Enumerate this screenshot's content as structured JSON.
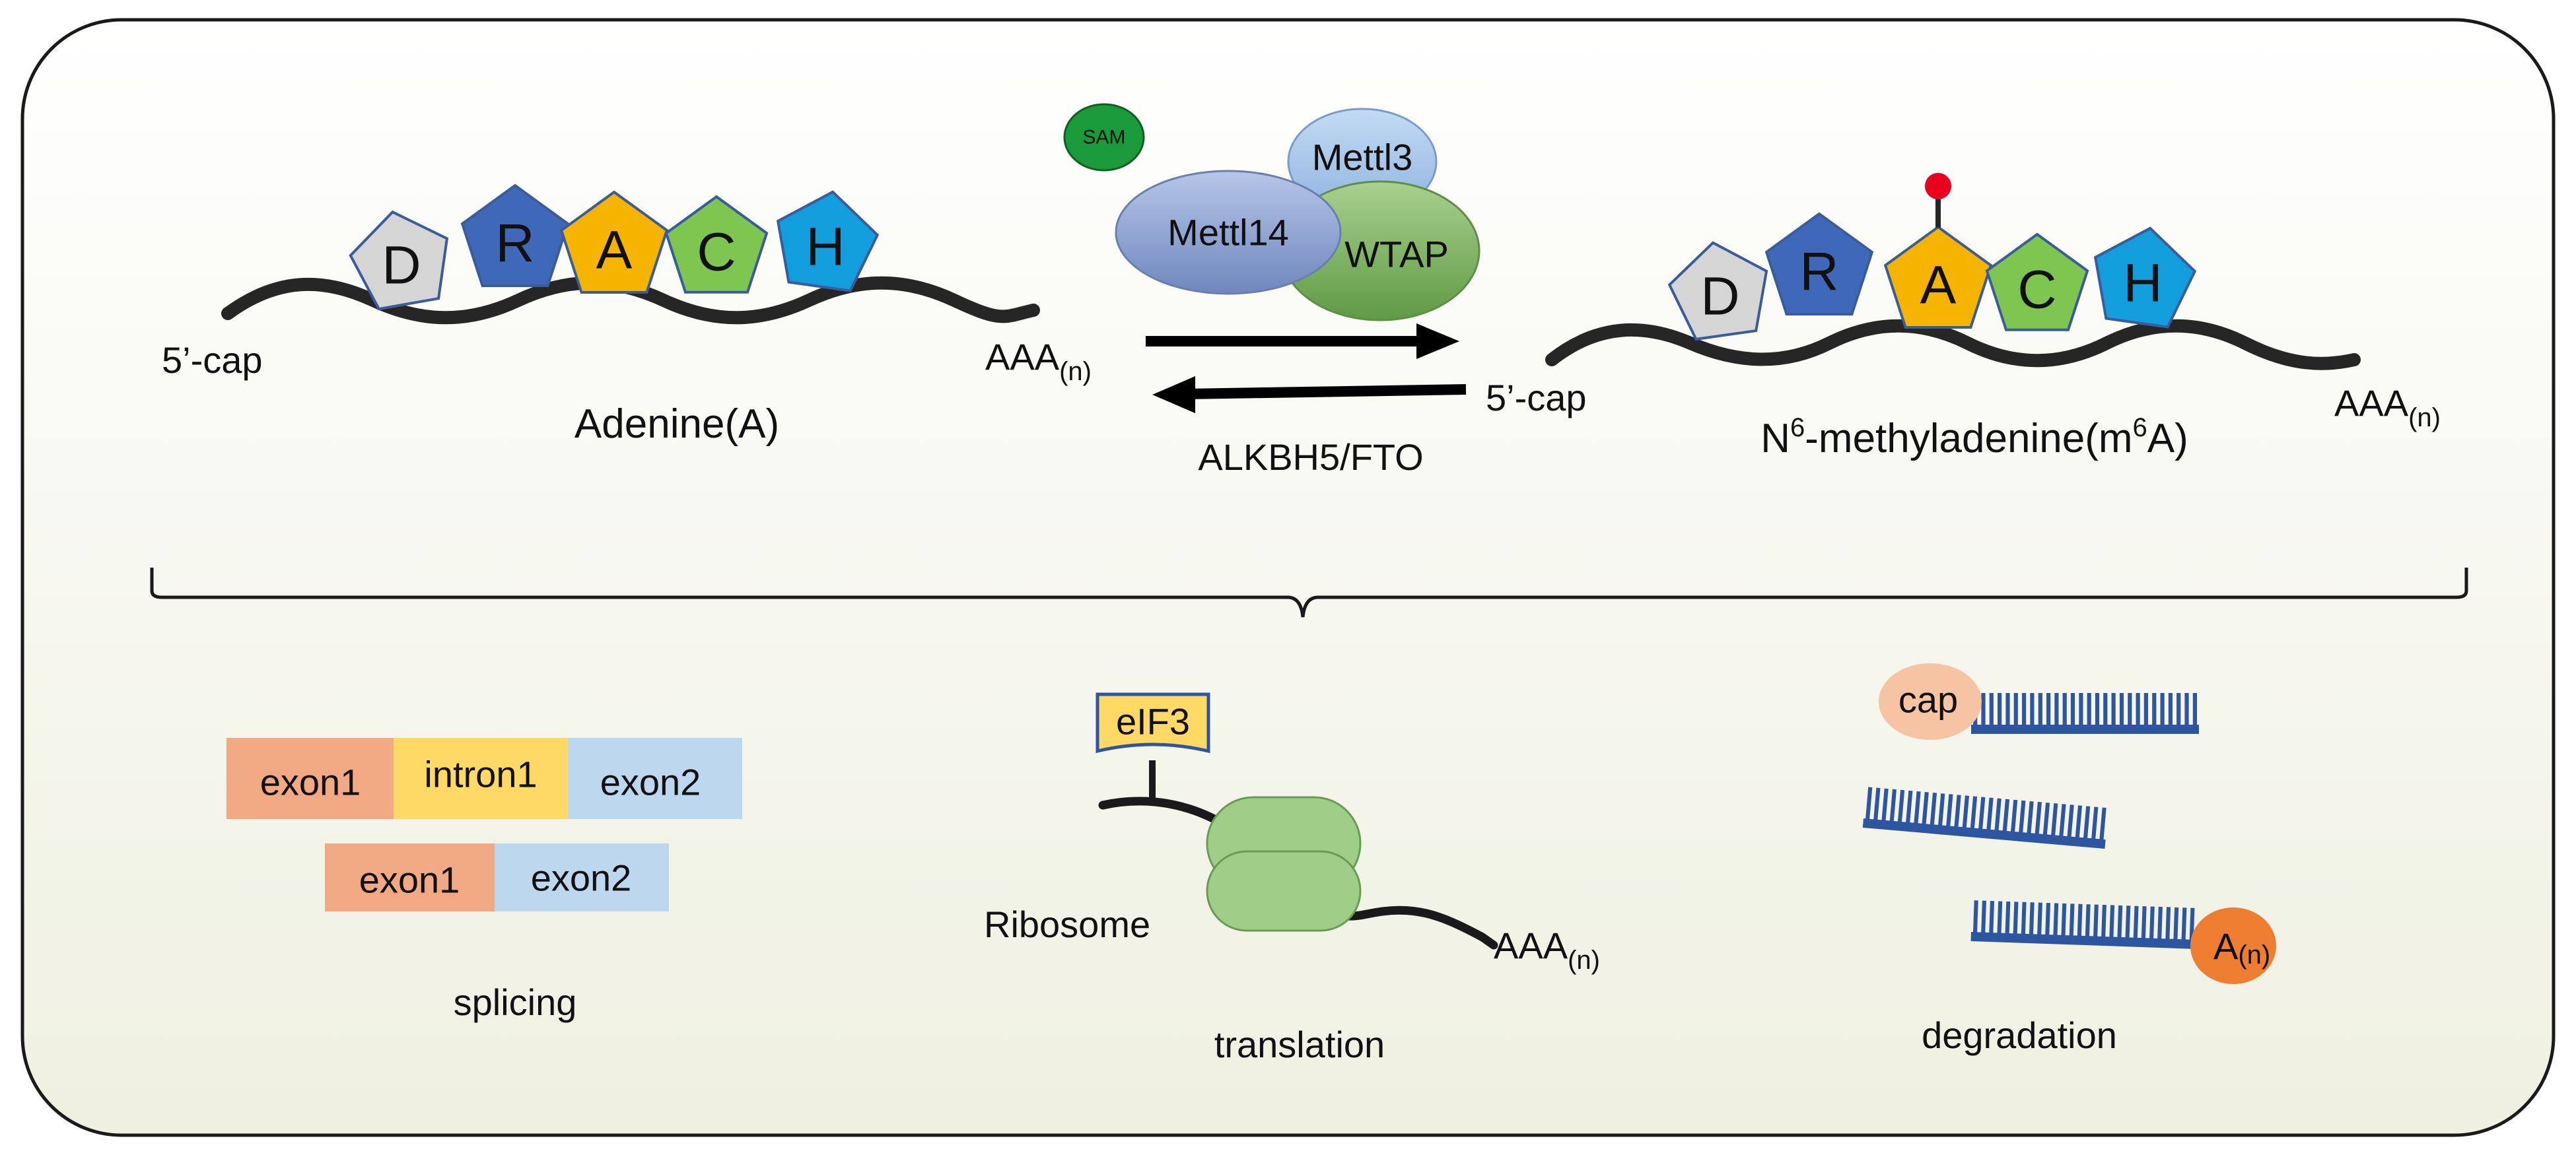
{
  "top": {
    "left_strand": {
      "five_prime": "5’-cap",
      "poly_a": "AAA",
      "poly_a_sub": "(n)",
      "name": "Adenine(A)",
      "motif": [
        "D",
        "R",
        "A",
        "C",
        "H"
      ]
    },
    "right_strand": {
      "five_prime": "5’-cap",
      "poly_a": "AAA",
      "poly_a_sub": "(n)",
      "name_pre": "N",
      "name_sup1": "6",
      "name_mid": "-methyladenine(m",
      "name_sup2": "6",
      "name_post": "A)",
      "motif": [
        "D",
        "R",
        "A",
        "C",
        "H"
      ]
    },
    "writers": {
      "sam": "SAM",
      "mettl3": "Mettl3",
      "mettl14": "Mettl14",
      "wtap": "WTAP"
    },
    "erasers": "ALKBH5/FTO"
  },
  "bottom": {
    "splicing": {
      "row1": [
        "exon1",
        "intron1",
        "exon2"
      ],
      "row2": [
        "exon1",
        "exon2"
      ],
      "caption": "splicing"
    },
    "translation": {
      "factor": "eIF3",
      "ribosome": "Ribosome",
      "poly_a": "AAA",
      "poly_a_sub": "(n)",
      "caption": "translation"
    },
    "degradation": {
      "cap": "cap",
      "tail": "A",
      "tail_sub": "(n)",
      "caption": "degradation"
    }
  },
  "colors": {
    "D": "#d5d5d5",
    "R": "#3f69b8",
    "A": "#f5b400",
    "C": "#7fc650",
    "H": "#129ddc",
    "exon": "#f1a983",
    "intron": "#ffd966",
    "exon2": "#bdd7ee",
    "sam": "#1a9a3a",
    "mettl3": "#a9c8ea",
    "mettl14": "#8fa6d4",
    "wtap": "#7fb463",
    "eif3": "#ffd966",
    "ribosome": "#9fce88",
    "cap": "#f6c3a3",
    "tail": "#ed7d31",
    "comb": "#2e56a0",
    "methyl": "#e8001c"
  }
}
